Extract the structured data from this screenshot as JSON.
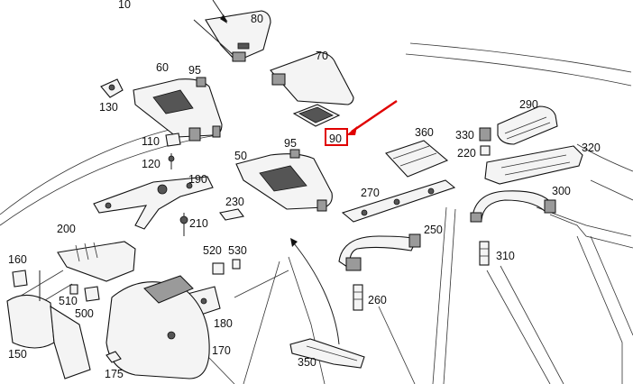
{
  "labels": {
    "p10": "10",
    "p80": "80",
    "p70": "70",
    "p60": "60",
    "p95a": "95",
    "p130": "130",
    "p90": "90",
    "p290": "290",
    "p360": "360",
    "p330": "330",
    "p220": "220",
    "p320": "320",
    "p110": "110",
    "p120": "120",
    "p95b": "95",
    "p50": "50",
    "p190": "190",
    "p270": "270",
    "p300": "300",
    "p230": "230",
    "p210": "210",
    "p250": "250",
    "p200": "200",
    "p310": "310",
    "p520": "520",
    "p530": "530",
    "p160": "160",
    "p510": "510",
    "p500": "500",
    "p260": "260",
    "p180": "180",
    "p150": "150",
    "p170": "170",
    "p175": "175",
    "p350": "350"
  },
  "highlight": {
    "part": "90",
    "box_color": "#e00000",
    "arrow_color": "#e00000"
  }
}
